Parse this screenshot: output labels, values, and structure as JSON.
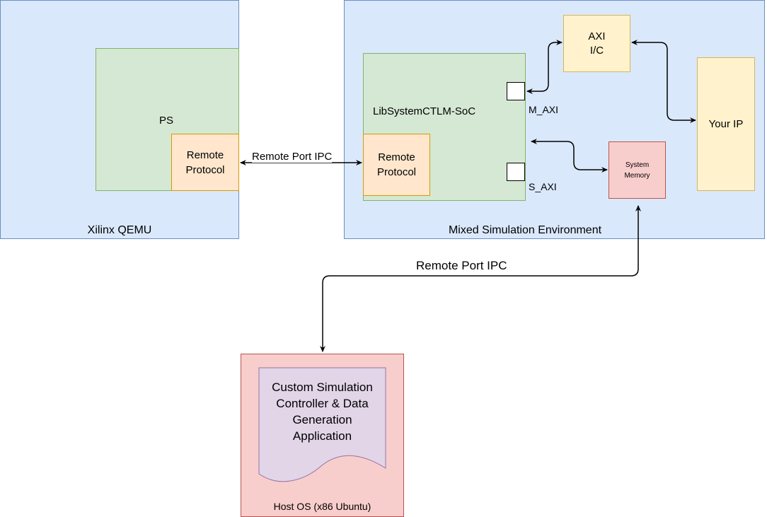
{
  "qemu": {
    "title": "Xilinx QEMU",
    "ps_label": "PS",
    "remote_protocol": "Remote\nProtocol"
  },
  "mixed_env": {
    "title": "Mixed Simulation Environment",
    "soc_label": "LibSystemCTLM-SoC",
    "remote_protocol": "Remote\nProtocol",
    "m_axi": "M_AXI",
    "s_axi": "S_AXI",
    "axi_ic": "AXI\nI/C",
    "your_ip": "Your IP",
    "system_memory": "System\nMemory"
  },
  "links": {
    "ipc_top": "Remote Port IPC",
    "ipc_bottom": "Remote Port IPC"
  },
  "host": {
    "title": "Host OS (x86 Ubuntu)",
    "app": "Custom Simulation\nController & Data\nGeneration\nApplication"
  },
  "colors": {
    "blue_fill": "#dae8fc",
    "blue_stroke": "#6c8ebf",
    "green_fill": "#d5e8d4",
    "green_stroke": "#82b366",
    "orange_fill": "#ffe6cc",
    "orange_stroke": "#d79b00",
    "yellow_fill": "#fff2cc",
    "yellow_stroke": "#d6b656",
    "red_fill": "#f8cecc",
    "red_stroke": "#b85450",
    "purple_fill": "#e1d5e7",
    "purple_stroke": "#9673a6"
  }
}
